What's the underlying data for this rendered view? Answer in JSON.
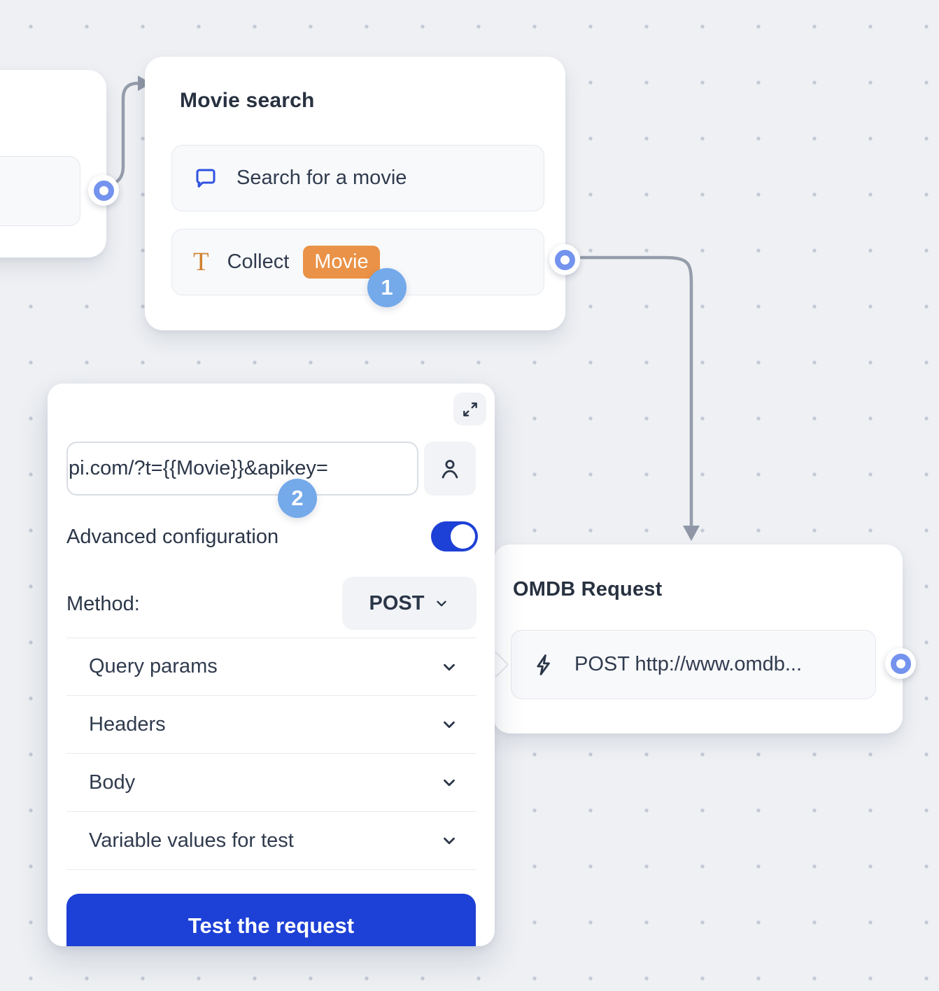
{
  "movie_search_node": {
    "title": "Movie search",
    "message_row": {
      "icon": "chat-bubble-icon",
      "label": "Search for a movie"
    },
    "collect_row": {
      "icon": "text-input-icon",
      "label": "Collect",
      "variable_chip": "Movie"
    },
    "step_badge": "1"
  },
  "webhook_panel": {
    "expand_icon": "expand-icon",
    "url_input": {
      "value": "pi.com/?t={{Movie}}&apikey="
    },
    "user_button_icon": "user-icon",
    "step_badge": "2",
    "advanced_toggle": {
      "label": "Advanced configuration",
      "state": "on"
    },
    "method": {
      "label": "Method:",
      "value": "POST"
    },
    "sections": [
      {
        "label": "Query params"
      },
      {
        "label": "Headers"
      },
      {
        "label": "Body"
      },
      {
        "label": "Variable values for test"
      }
    ],
    "test_button_label": "Test the request"
  },
  "omdb_node": {
    "title": "OMDB Request",
    "request_row": {
      "icon": "lightning-icon",
      "label": "POST http://www.omdb..."
    }
  },
  "colors": {
    "background": "#eef0f3",
    "accent_blue": "#1d40d6",
    "message_icon_blue": "#2f52e0",
    "chip_orange": "#ea9247",
    "step_badge_blue": "#74a9ea",
    "port_blue": "#7493ee",
    "connector_gray": "#959dab",
    "text_dark": "#2b3648"
  }
}
